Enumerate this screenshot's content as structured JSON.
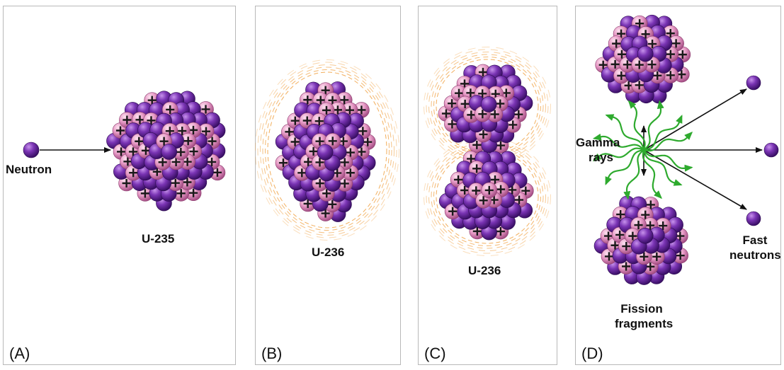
{
  "panels": [
    {
      "letter": "(A)"
    },
    {
      "letter": "(B)"
    },
    {
      "letter": "(C)"
    },
    {
      "letter": "(D)"
    }
  ],
  "labels": {
    "neutron": "Neutron",
    "u235": "U-235",
    "u236_b": "U-236",
    "u236_c": "U-236",
    "gamma_line1": "Gamma",
    "gamma_line2": "rays",
    "fission_line1": "Fission",
    "fission_line2": "fragments",
    "fast_line1": "Fast",
    "fast_line2": "neutrons"
  },
  "colors": {
    "neutron": "#6a2aa0",
    "proton": "#e79bc6",
    "proton_plus": "#1a1a1a",
    "excitation": "#f0a040",
    "gamma": "#2eaa2e",
    "arrow": "#111111",
    "panel_border": "#b8b8b8"
  },
  "icons": {
    "nucleon": "sphere-icon",
    "proton_sign": "plus-icon"
  }
}
